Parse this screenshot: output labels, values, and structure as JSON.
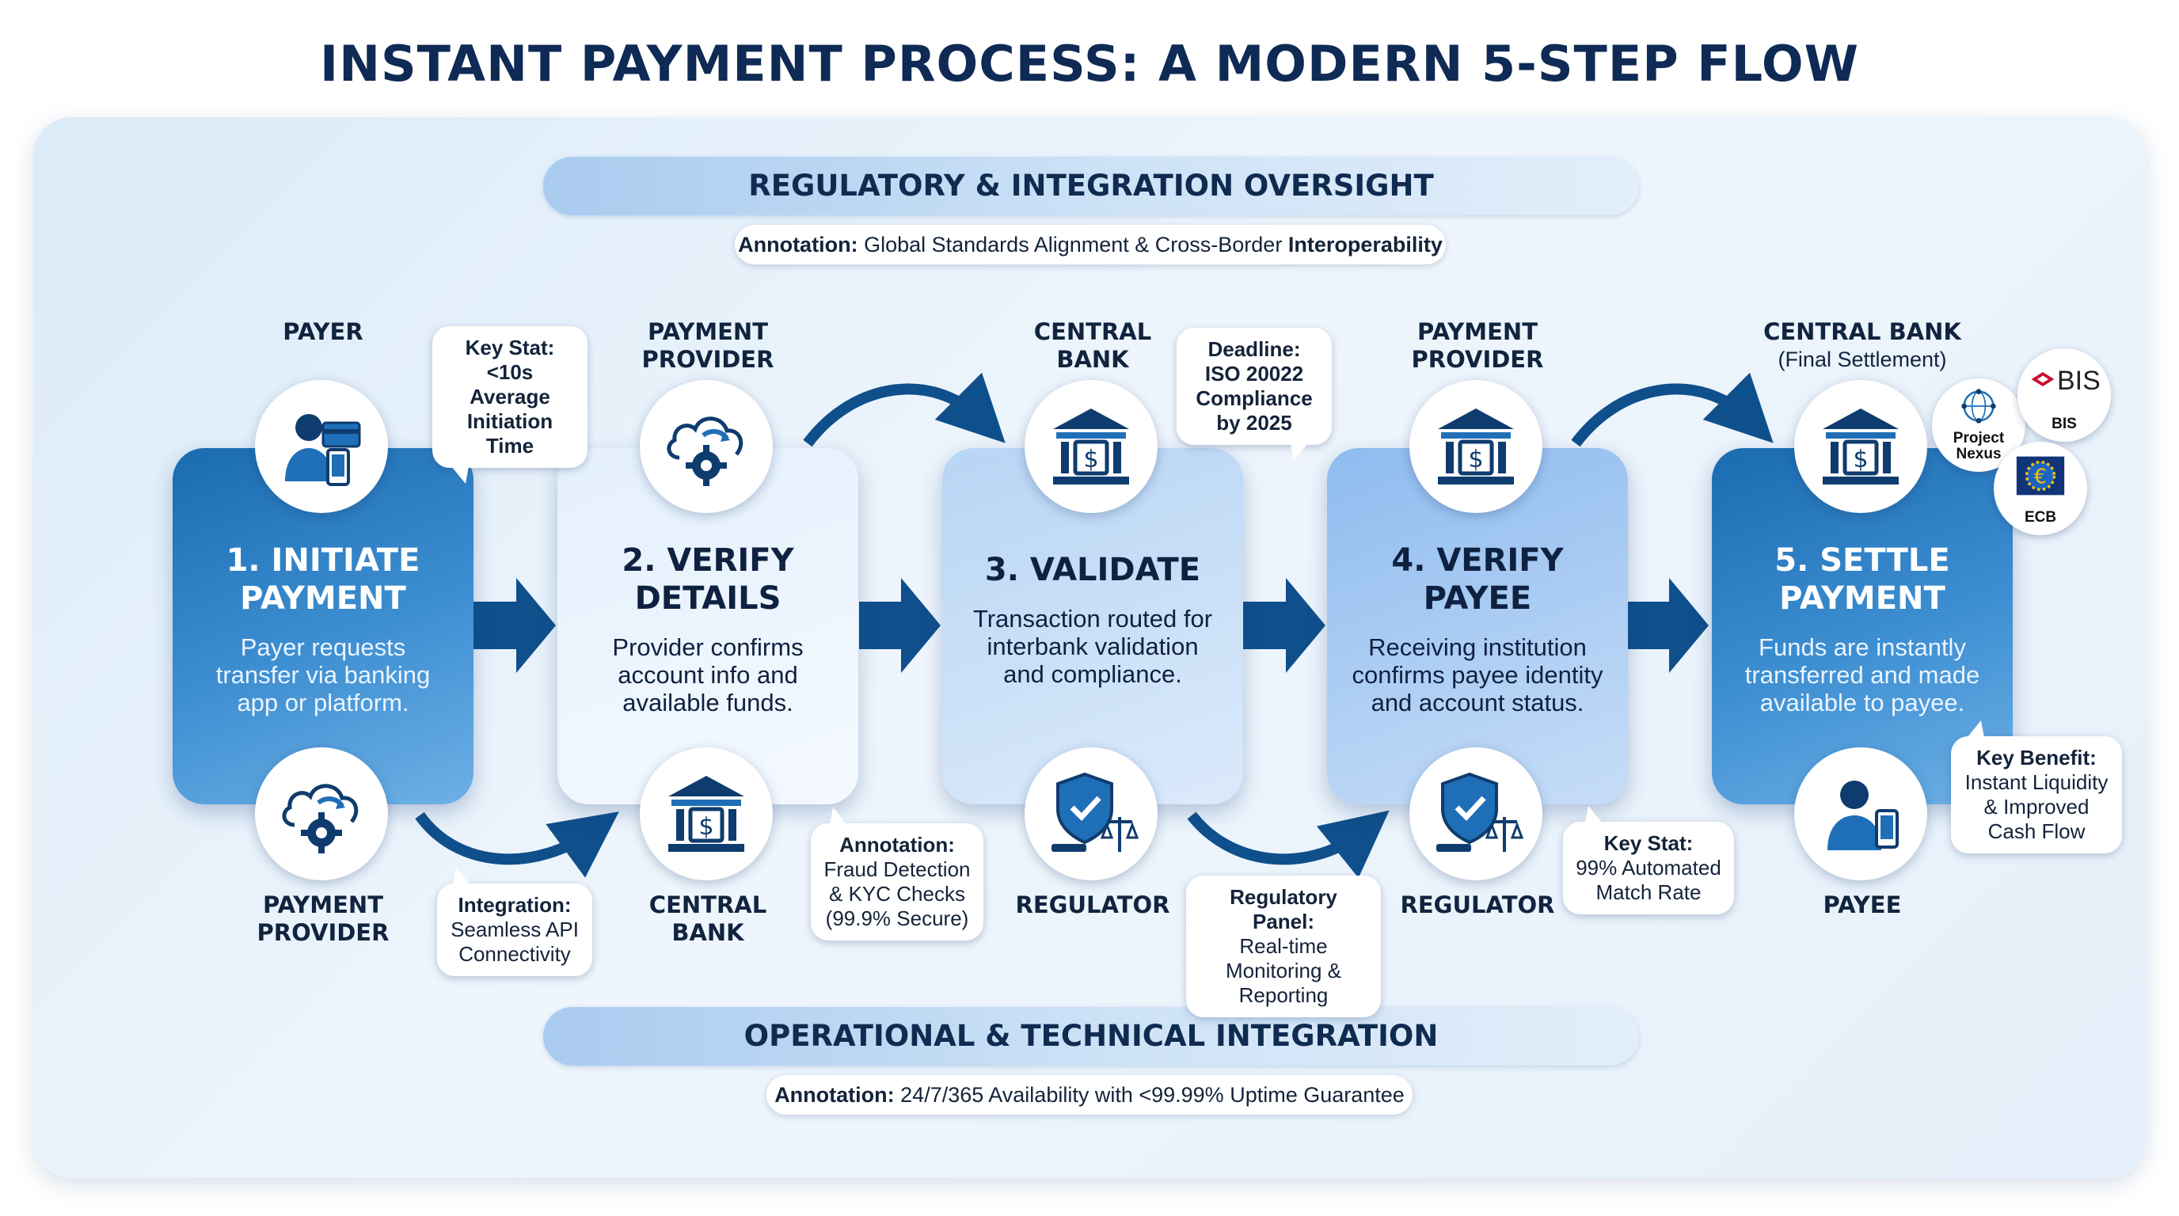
{
  "title": "INSTANT PAYMENT PROCESS: A MODERN 5-STEP FLOW",
  "top_band": "REGULATORY & INTEGRATION OVERSIGHT",
  "top_annotation": {
    "label": "Annotation:",
    "text": "Global Standards Alignment & Cross-Border",
    "bold_tail": "Interoperability"
  },
  "bottom_band": "OPERATIONAL & TECHNICAL INTEGRATION",
  "bottom_annotation": {
    "label": "Annotation:",
    "text": "24/7/365 Availability with <99.99% Uptime Guarantee"
  },
  "steps": [
    {
      "title_1": "1. INITIATE",
      "title_2": "PAYMENT",
      "desc_1": "Payer requests",
      "desc_2": "transfer via banking",
      "desc_3": "app or platform.",
      "top_role_1": "PAYER",
      "top_role_2": "",
      "bottom_role_1": "PAYMENT",
      "bottom_role_2": "PROVIDER",
      "top_icon": "payer-person-icon",
      "bottom_icon": "cloud-gear-icon"
    },
    {
      "title_1": "2. VERIFY",
      "title_2": "DETAILS",
      "desc_1": "Provider confirms",
      "desc_2": "account info and",
      "desc_3": "available funds.",
      "top_role_1": "PAYMENT",
      "top_role_2": "PROVIDER",
      "bottom_role_1": "CENTRAL",
      "bottom_role_2": "BANK",
      "top_icon": "cloud-gear-icon",
      "bottom_icon": "bank-icon"
    },
    {
      "title_1": "3. VALIDATE",
      "title_2": "",
      "desc_1": "Transaction routed for",
      "desc_2": "interbank validation",
      "desc_3": "and compliance.",
      "top_role_1": "CENTRAL",
      "top_role_2": "BANK",
      "bottom_role_1": "REGULATOR",
      "bottom_role_2": "",
      "top_icon": "bank-icon",
      "bottom_icon": "shield-scales-icon"
    },
    {
      "title_1": "4. VERIFY",
      "title_2": "PAYEE",
      "desc_1": "Receiving institution",
      "desc_2": "confirms payee identity",
      "desc_3": "and account status.",
      "top_role_1": "PAYMENT",
      "top_role_2": "PROVIDER",
      "bottom_role_1": "REGULATOR",
      "bottom_role_2": "",
      "top_icon": "bank-icon",
      "bottom_icon": "shield-scales-icon"
    },
    {
      "title_1": "5. SETTLE",
      "title_2": "PAYMENT",
      "desc_1": "Funds are instantly",
      "desc_2": "transferred and made",
      "desc_3": "available to payee.",
      "top_role_1": "CENTRAL BANK",
      "top_role_2": "(Final Settlement)",
      "bottom_role_1": "PAYEE",
      "bottom_role_2": "",
      "top_icon": "bank-icon",
      "bottom_icon": "payee-person-icon"
    }
  ],
  "callouts": {
    "key_stat_1": {
      "head": "Key Stat:",
      "l1": "<10s Average",
      "l2": "Initiation",
      "l3": "Time"
    },
    "integration": {
      "head": "Integration:",
      "l1": "Seamless API",
      "l2": "Connectivity"
    },
    "fraud": {
      "head": "Annotation:",
      "l1": "Fraud Detection",
      "l2": "& KYC Checks",
      "l3": "(99.9% Secure)"
    },
    "deadline": {
      "head": "Deadline:",
      "l1": "ISO 20022",
      "l2": "Compliance",
      "l3": "by 2025"
    },
    "regulatory_panel": {
      "head": "Regulatory Panel:",
      "l1": "Real-time",
      "l2": "Monitoring &",
      "l3": "Reporting"
    },
    "key_stat_2": {
      "head": "Key Stat:",
      "l1": "99% Automated",
      "l2": "Match Rate"
    },
    "key_benefit": {
      "head": "Key Benefit:",
      "l1": "Instant Liquidity",
      "l2": "& Improved",
      "l3": "Cash Flow"
    }
  },
  "logos": {
    "nexus": {
      "l1": "Project",
      "l2": "Nexus"
    },
    "bis": {
      "mark": "BIS",
      "label": "BIS"
    },
    "ecb": {
      "label": "ECB"
    }
  },
  "colors": {
    "accent": "#0f4f8c",
    "dark_card": "#1a6bb0",
    "title": "#0e2a55"
  }
}
